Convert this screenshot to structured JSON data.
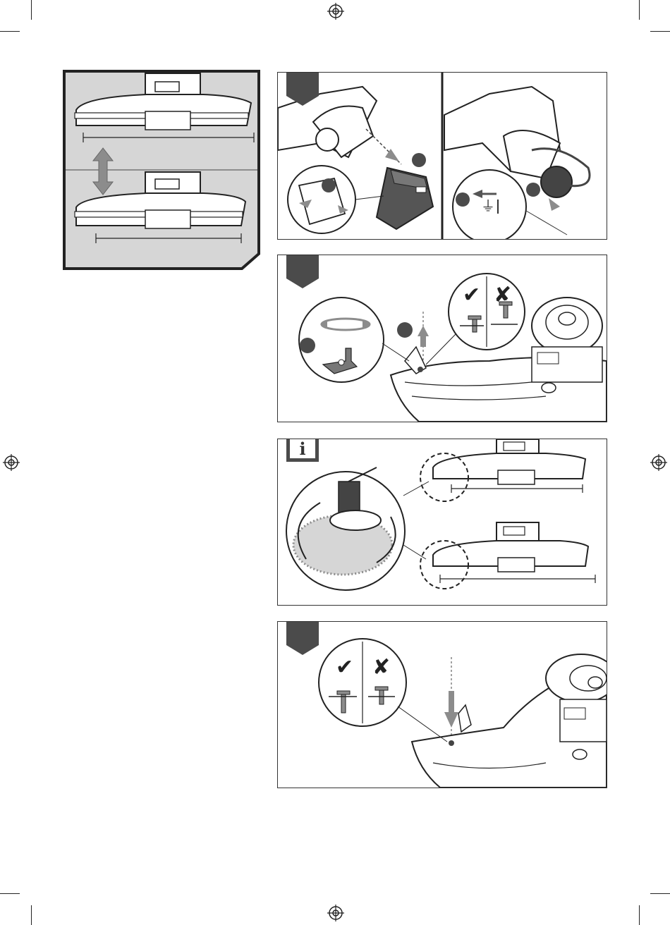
{
  "page": {
    "background": "#ffffff",
    "accent_dark": "#4b4b4b",
    "accent_light": "#d6d6d6"
  },
  "steps": [
    {
      "id": "battery-removal",
      "tag_label": "",
      "icon": "tag-corner"
    },
    {
      "id": "screw-removal",
      "tag_label": "",
      "icon": "tag-corner"
    },
    {
      "id": "guard-info",
      "tag_label": "i",
      "icon": "info-icon"
    },
    {
      "id": "screw-refit",
      "tag_label": "",
      "icon": "tag-corner"
    }
  ],
  "symbols": {
    "check": "✔",
    "cross": "✘",
    "info": "i",
    "plug": "⏚"
  }
}
